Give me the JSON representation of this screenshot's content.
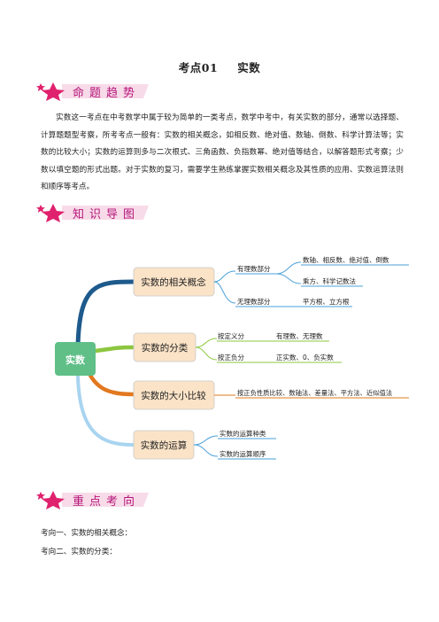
{
  "doc": {
    "title_part1": "考点01",
    "title_part2": "实数",
    "paragraph": "实数这一考点在中考数学中属于较为简单的一类考点，数学中考中，有关实数的部分，通常以选择题、计算题题型考察，所考考点一般有：实数的相关概念，如相反数、绝对值、数轴、倒数、科学计算法等；实数的比较大小；实数的运算则多与二次根式、三角函数、负指数幂、绝对值等结合，以解答题形式考察；少数以填空题的形式出题。对于实数的复习，需要学生熟练掌握实数相关概念及其性质的应用、实数运算法则和顺序等考点。",
    "bottom_line1": "考向一、实数的相关概念：",
    "bottom_line2": "考向二、实数的分类："
  },
  "banners": {
    "b1": "命题趋势",
    "b2": "知识导图",
    "b3": "重点考向"
  },
  "mindmap": {
    "root": "实数",
    "branch1": "实数的相关概念",
    "branch2": "实数的分类",
    "branch3": "实数的大小比较",
    "branch4": "实数的运算",
    "b1_sub1": "有理数部分",
    "b1_sub2": "无理数部分",
    "b1_sub1_leaf1": "数轴、相反数、绝对值、倒数",
    "b1_sub1_leaf2": "乘方、科学记数法",
    "b1_sub2_leaf1": "平方根、立方根",
    "b2_sub1": "按定义分",
    "b2_sub2": "按正负分",
    "b2_sub1_leaf": "有理数、无理数",
    "b2_sub2_leaf": "正实数、0、负实数",
    "b3_leaf": "按正负性质比较、数轴法、差量法、平方法、近似值法",
    "b4_leaf1": "实数的运算种类",
    "b4_leaf2": "实数的运算顺序"
  },
  "colors": {
    "accent": "#b5157a",
    "star": "#e0226e",
    "root_fill": "#5fbf87",
    "branch_fill": "#fbe3c7",
    "branch_stroke": "#c9c9c9",
    "line_blue": "#1e5a8c",
    "line_green": "#8cc63f",
    "line_orange": "#e2781f",
    "line_light_blue": "#a8d4f0",
    "leaf_line": "#4aa0d8"
  }
}
